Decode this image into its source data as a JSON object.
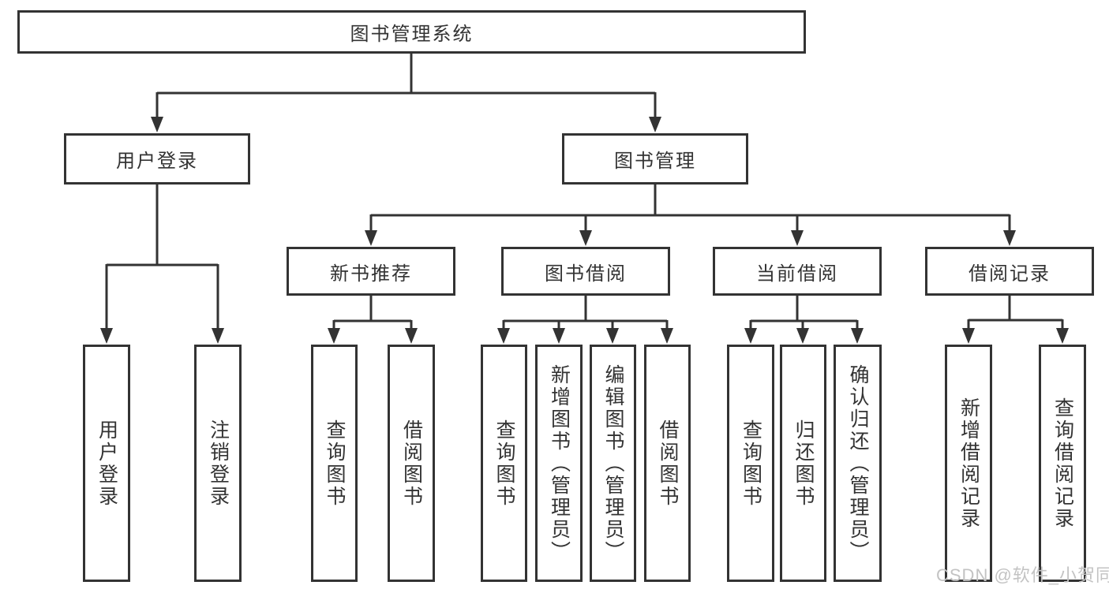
{
  "tree": {
    "root": {
      "label": "图书管理系统",
      "children": [
        {
          "label": "用户登录",
          "children": [
            {
              "label": "用户登录"
            },
            {
              "label": "注销登录"
            }
          ]
        },
        {
          "label": "图书管理",
          "children": [
            {
              "label": "新书推荐",
              "children": [
                {
                  "label": "查询图书"
                },
                {
                  "label": "借阅图书"
                }
              ]
            },
            {
              "label": "图书借阅",
              "children": [
                {
                  "label": "查询图书"
                },
                {
                  "label": "新增图书（管理员）"
                },
                {
                  "label": "编辑图书（管理员）"
                },
                {
                  "label": "借阅图书"
                }
              ]
            },
            {
              "label": "当前借阅",
              "children": [
                {
                  "label": "查询图书"
                },
                {
                  "label": "归还图书"
                },
                {
                  "label": "确认归还（管理员）"
                }
              ]
            },
            {
              "label": "借阅记录",
              "children": [
                {
                  "label": "新增借阅记录"
                },
                {
                  "label": "查询借阅记录"
                }
              ]
            }
          ]
        }
      ]
    }
  },
  "watermark": {
    "text": "CSDN @软件_小贺同学"
  },
  "colors": {
    "line": "#333333",
    "node_border": "#333333",
    "text": "#333333",
    "background": "#ffffff",
    "watermark": "#c3c3c3"
  }
}
